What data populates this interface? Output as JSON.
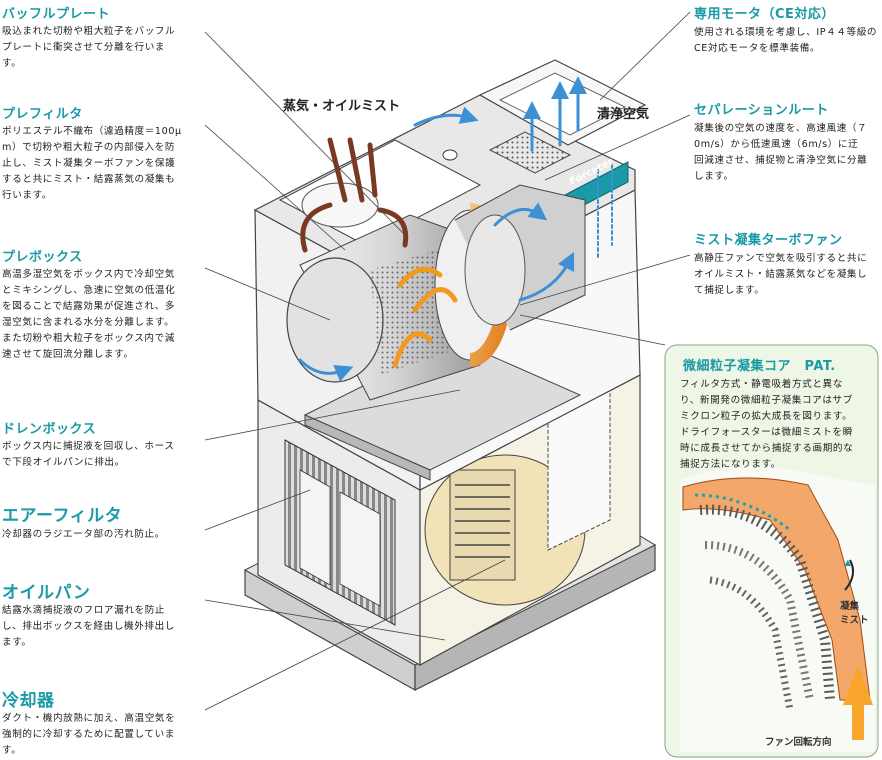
{
  "brand": "Forceter",
  "flow_labels": {
    "steam_oil_mist": "蒸気・オイルミスト",
    "clean_air": "清浄空気"
  },
  "left": {
    "baffle_plate": {
      "title": "バッフルプレート",
      "body": "吸込まれた切粉や粗大粒子をバッフル\nプレートに衝突させて分離を行いま\nす。"
    },
    "pre_filter": {
      "title": "プレフィルタ",
      "body": "ポリエステル不織布（濾過精度＝100μ\nm）で切粉や粗大粒子の内部侵入を防\n止し、ミスト凝集ターボファンを保護\nすると共にミスト・結露蒸気の凝集も\n行います。"
    },
    "pre_box": {
      "title": "プレボックス",
      "body": "高温多湿空気をボックス内で冷却空気\nとミキシングし、急速に空気の低温化\nを図ることで結露効果が促進され、多\n湿空気に含まれる水分を分離します。\nまた切粉や粗大粒子をボックス内で減\n速させて旋回流分離します。"
    },
    "drain_box": {
      "title": "ドレンボックス",
      "body": "ボックス内に捕捉液を回収し、ホース\nで下段オイルパンに排出。"
    },
    "air_filter": {
      "title": "エアーフィルタ",
      "body": "冷却器のラジエータ部の汚れ防止。"
    },
    "oil_pan": {
      "title": "オイルパン",
      "body": "結露水滴捕捉液のフロア漏れを防止\nし、排出ボックスを経由し機外排出し\nます。"
    },
    "cooler": {
      "title": "冷却器",
      "body": "ダクト・機内放熱に加え、高温空気を\n強制的に冷却するために配置していま\nす。"
    }
  },
  "right": {
    "motor": {
      "title": "専用モータ（CE対応）",
      "body": "使用される環境を考慮し、IP４４等級の\nCE対応モータを標準装備。"
    },
    "separation_route": {
      "title": "セパレーションルート",
      "body": "凝集後の空気の速度を、高速風速（７\n0m/s）から低速風速（6m/s）に迂\n回減速させ、捕捉物と清浄空気に分離\nします。"
    },
    "turbo_fan": {
      "title": "ミスト凝集ターボファン",
      "body": "高静圧ファンで空気を吸引すると共に\nオイルミスト・結露蒸気などを凝集し\nて捕捉します。"
    }
  },
  "inset": {
    "title": "微細粒子凝集コア　PAT.",
    "body": "フィルタ方式・静電吸着方式と異な\nり、新開発の微細粒子凝集コアはサブ\nミクロン粒子の拡大成長を図ります。\nドライフォースターは微細ミストを瞬\n時に成長させてから捕捉する画期的な\n捕捉方法になります。",
    "label_mist": "凝集\nミスト",
    "label_fan": "ファン回転方向"
  },
  "colors": {
    "accent_teal": "#1a9aa6",
    "arrow_blue": "#3d8fd6",
    "arrow_brown": "#7a3a22",
    "arrow_orange": "#f39a1e",
    "inset_bg": "#eef6e6"
  }
}
